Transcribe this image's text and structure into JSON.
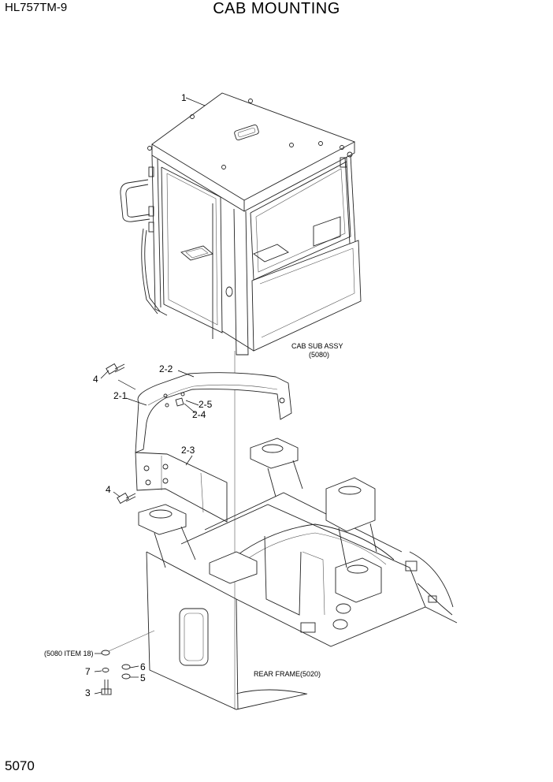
{
  "header": {
    "model": "HL757TM-9",
    "title": "CAB MOUNTING"
  },
  "page_number": "5070",
  "callouts": {
    "c1": "1",
    "c2_1": "2-1",
    "c2_2": "2-2",
    "c2_3": "2-3",
    "c2_4": "2-4",
    "c2_5": "2-5",
    "c3": "3",
    "c4a": "4",
    "c4b": "4",
    "c5": "5",
    "c6": "6",
    "c7": "7"
  },
  "notes": {
    "cab_sub_assy": "CAB SUB ASSY",
    "cab_sub_assy_ref": "(5080)",
    "item18_ref": "(5080 ITEM 18)",
    "rear_frame": "REAR FRAME(5020)"
  }
}
